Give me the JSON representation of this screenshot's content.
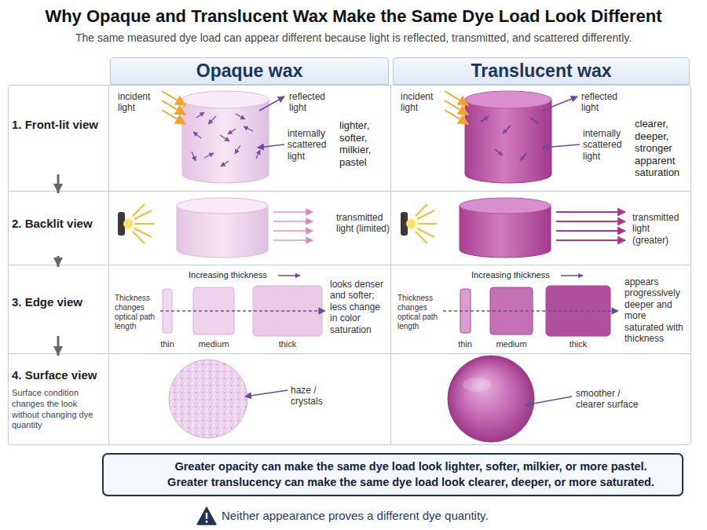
{
  "diagram": {
    "title": "Why Opaque and Translucent Wax Make the Same Dye Load Look Different",
    "nodes": [
      {
        "text": [
          "Opaque wax"
        ]
      },
      {
        "text": [
          "Translucent wax"
        ]
      },
      {
        "text": [
          "1. Front-lit view"
        ]
      },
      {
        "text": [
          "2. Backlit view"
        ]
      },
      {
        "text": [
          "3. Edge view"
        ]
      },
      {
        "text": [
          "4. Surface view",
          "Surface condition changes the look without changing dye quantity"
        ]
      },
      {
        "text": [
          "Greater opacity can make the same dye load look lighter, softer, milkier, or more pastel.",
          "Greater translucency can make the same dye load look clearer, deeper, or more saturated."
        ]
      }
    ],
    "edges": [
      {
        "from": 2,
        "to": 3,
        "arrow": "to"
      },
      {
        "from": 3,
        "to": 4,
        "arrow": "to"
      },
      {
        "from": 4,
        "to": 5,
        "arrow": "to"
      }
    ],
    "labels": [
      "The same measured dye load can appear different because light is reflected, transmitted, and scattered differently.",
      "incident light",
      "reflected light",
      "internally scattered light",
      "lighter, softer, milkier, pastel",
      "incident light",
      "reflected light",
      "internally scattered light",
      "clearer, deeper, stronger apparent saturation",
      "transmitted light (limited)",
      "transmitted light (greater)",
      "Increasing thickness",
      "Thickness changes optical path length",
      "thin",
      "medium",
      "thick",
      "looks denser and softer; less change in color saturation",
      "Increasing thickness",
      "Thickness changes optical path length",
      "thin",
      "medium",
      "thick",
      "appears progressively deeper and more saturated with thickness",
      "haze / crystals",
      "smoother / clearer surface",
      "Neither appearance proves a different dye quantity."
    ]
  }
}
